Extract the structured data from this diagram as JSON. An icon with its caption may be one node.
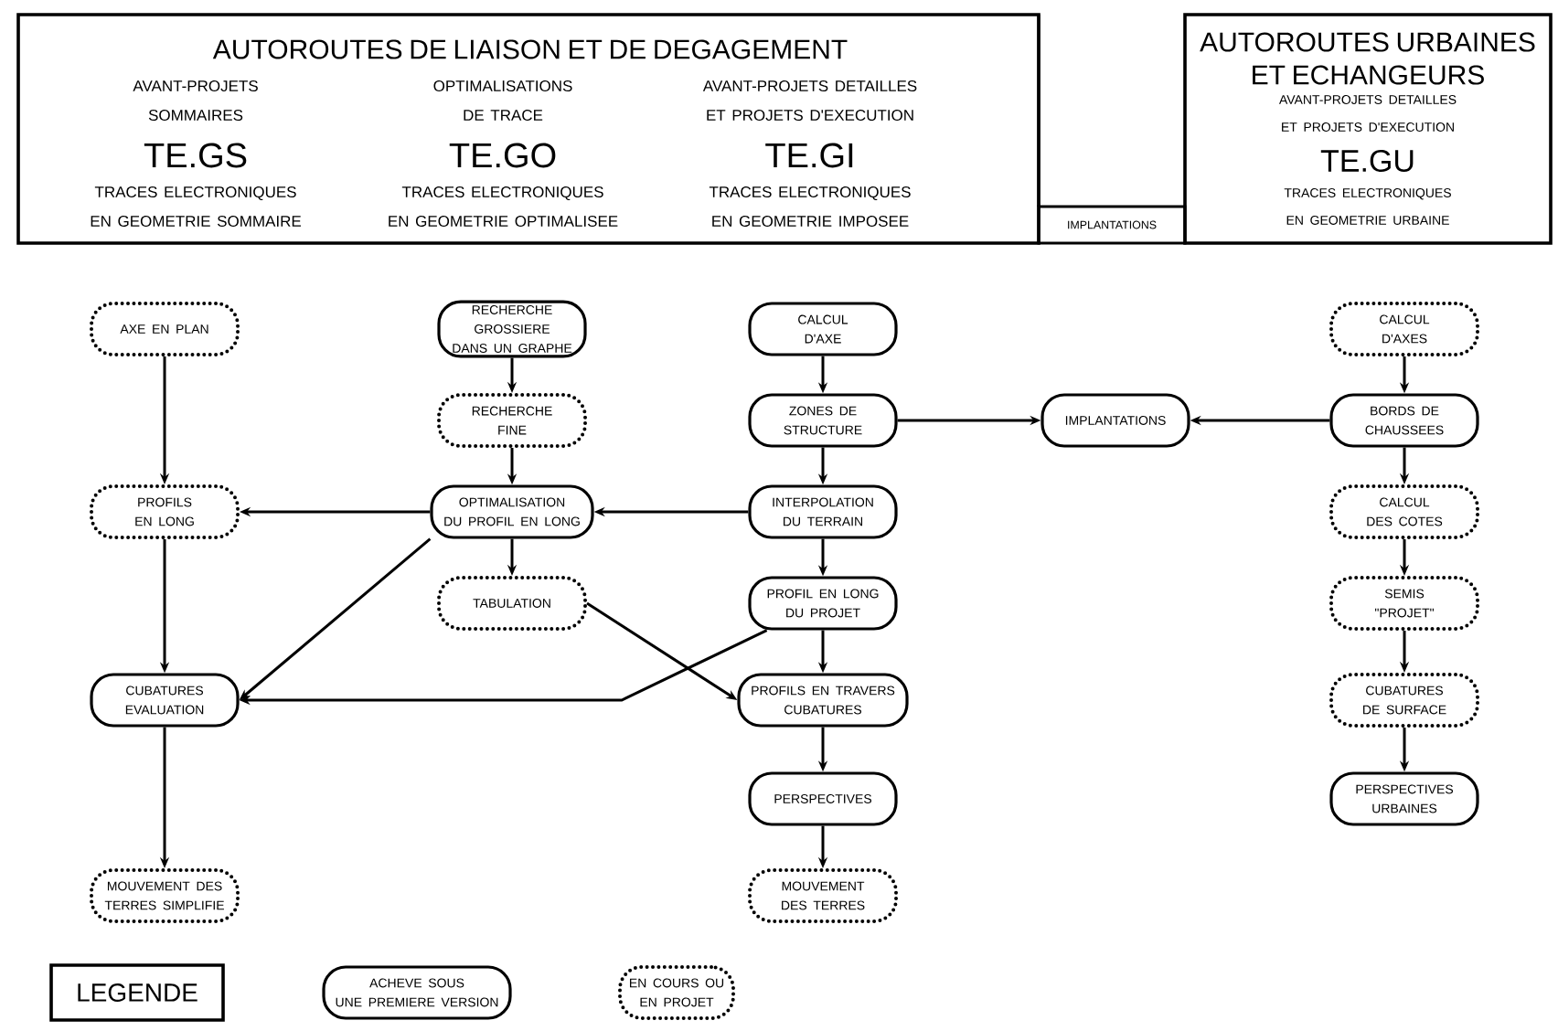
{
  "diagram": {
    "nodes": [
      {
        "text": [
          "AUTOROUTES DE LIAISON ET DE DEGAGEMENT",
          "AVANT-PROJETS SOMMAIRES",
          "TE.GS",
          "TRACES ELECTRONIQUES EN GEOMETRIE SOMMAIRE",
          "OPTIMALISATIONS DE TRACE",
          "TE.GO",
          "TRACES ELECTRONIQUES EN GEOMETRIE OPTIMALISEE",
          "AVANT-PROJETS DETAILLES ET PROJETS D'EXECUTION",
          "TE.GI",
          "TRACES ELECTRONIQUES EN GEOMETRIE IMPOSEE"
        ]
      },
      {
        "text": [
          "IMPLANTATIONS"
        ]
      },
      {
        "text": [
          "AUTOROUTES URBAINES ET ECHANGEURS",
          "AVANT-PROJETS DETAILLES ET PROJETS D'EXECUTION",
          "TE.GU",
          "TRACES ELECTRONIQUES EN GEOMETRIE URBAINE"
        ]
      },
      {
        "text": [
          "AXE EN PLAN"
        ]
      },
      {
        "text": [
          "PROFILS EN LONG"
        ]
      },
      {
        "text": [
          "CUBATURES EVALUATION"
        ]
      },
      {
        "text": [
          "MOUVEMENT DES TERRES SIMPLIFIE"
        ]
      },
      {
        "text": [
          "RECHERCHE GROSSIERE DANS UN GRAPHE"
        ]
      },
      {
        "text": [
          "RECHERCHE FINE"
        ]
      },
      {
        "text": [
          "OPTIMALISATION DU PROFIL EN LONG"
        ]
      },
      {
        "text": [
          "TABULATION"
        ]
      },
      {
        "text": [
          "CALCUL D'AXE"
        ]
      },
      {
        "text": [
          "ZONES DE STRUCTURE"
        ]
      },
      {
        "text": [
          "INTERPOLATION DU TERRAIN"
        ]
      },
      {
        "text": [
          "PROFIL EN LONG DU PROJET"
        ]
      },
      {
        "text": [
          "PROFILS EN TRAVERS CUBATURES"
        ]
      },
      {
        "text": [
          "PERSPECTIVES"
        ]
      },
      {
        "text": [
          "MOUVEMENT DES TERRES"
        ]
      },
      {
        "text": [
          "IMPLANTATIONS"
        ]
      },
      {
        "text": [
          "CALCUL D'AXES"
        ]
      },
      {
        "text": [
          "BORDS DE CHAUSSEES"
        ]
      },
      {
        "text": [
          "CALCUL DES COTES"
        ]
      },
      {
        "text": [
          "SEMIS \"PROJET\""
        ]
      },
      {
        "text": [
          "CUBATURES DE SURFACE"
        ]
      },
      {
        "text": [
          "PERSPECTIVES URBAINES"
        ]
      },
      {
        "text": [
          "LEGENDE"
        ]
      }
    ],
    "edges": [
      {
        "from": 3,
        "to": 4,
        "arrow": "to"
      },
      {
        "from": 4,
        "to": 5,
        "arrow": "to"
      },
      {
        "from": 5,
        "to": 6,
        "arrow": "to"
      },
      {
        "from": 7,
        "to": 8,
        "arrow": "to"
      },
      {
        "from": 8,
        "to": 9,
        "arrow": "to"
      },
      {
        "from": 9,
        "to": 10,
        "arrow": "to"
      },
      {
        "from": 9,
        "to": 4,
        "arrow": "to"
      },
      {
        "from": 13,
        "to": 9,
        "arrow": "to"
      },
      {
        "from": 9,
        "to": 5,
        "arrow": "to"
      },
      {
        "from": 14,
        "to": 5,
        "arrow": "to"
      },
      {
        "from": 10,
        "to": 15,
        "arrow": "to"
      },
      {
        "from": 11,
        "to": 12,
        "arrow": "to"
      },
      {
        "from": 12,
        "to": 13,
        "arrow": "to"
      },
      {
        "from": 13,
        "to": 14,
        "arrow": "to"
      },
      {
        "from": 14,
        "to": 15,
        "arrow": "to"
      },
      {
        "from": 15,
        "to": 16,
        "arrow": "to"
      },
      {
        "from": 16,
        "to": 17,
        "arrow": "to"
      },
      {
        "from": 12,
        "to": 18,
        "arrow": "to"
      },
      {
        "from": 20,
        "to": 18,
        "arrow": "to"
      },
      {
        "from": 19,
        "to": 20,
        "arrow": "to"
      },
      {
        "from": 20,
        "to": 21,
        "arrow": "to"
      },
      {
        "from": 21,
        "to": 22,
        "arrow": "to"
      },
      {
        "from": 22,
        "to": 23,
        "arrow": "to"
      },
      {
        "from": 23,
        "to": 24,
        "arrow": "to"
      }
    ],
    "legend": [
      {
        "text": "ACHEVE SOUS UNE PREMIERE VERSION"
      },
      {
        "text": "EN COURS OU EN PROJET"
      }
    ]
  }
}
